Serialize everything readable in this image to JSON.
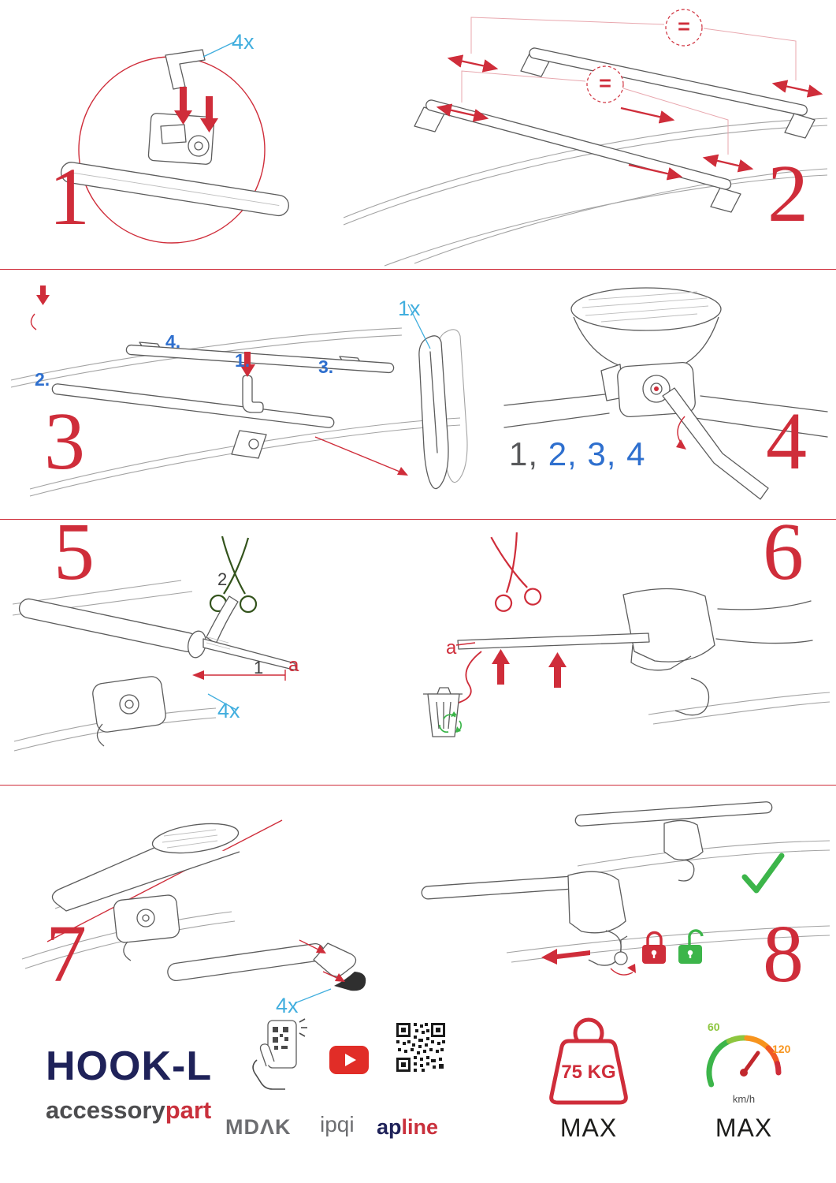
{
  "colors": {
    "red": "#cf2d3a",
    "sky_blue": "#41aede",
    "blue": "#2e6fce",
    "navy": "#1f2259",
    "gray": "#6d6e71",
    "green": "#3cb54a",
    "orange": "#f7941d"
  },
  "steps": {
    "s1": {
      "num": "1",
      "qty": "4x"
    },
    "s2": {
      "num": "2",
      "equal_top": "=",
      "equal_bottom": "="
    },
    "s3": {
      "num": "3",
      "sub1": "1.",
      "sub2": "2.",
      "sub3": "3.",
      "sub4": "4.",
      "qty": "1x"
    },
    "s4": {
      "num": "4",
      "seq_first": "1,",
      "seq_rest": " 2, 3, 4"
    },
    "s5": {
      "num": "5",
      "cut_part": "2",
      "strip_part": "1",
      "dim": "a",
      "qty": "4x"
    },
    "s6": {
      "num": "6",
      "dim": "a"
    },
    "s7": {
      "num": "7",
      "qty": "4x"
    },
    "s8": {
      "num": "8"
    }
  },
  "footer": {
    "product": "HOOK-L",
    "brand_gray": "accessory",
    "brand_red": "part",
    "logo_mdak": "MDΛK",
    "logo_ipqi": "ipqi",
    "logo_ap": "ap",
    "logo_line": "line",
    "weight_value": "75 KG",
    "weight_max": "MAX",
    "speed_low": "60",
    "speed_high": "120",
    "speed_unit": "km/h",
    "speed_max": "MAX"
  }
}
